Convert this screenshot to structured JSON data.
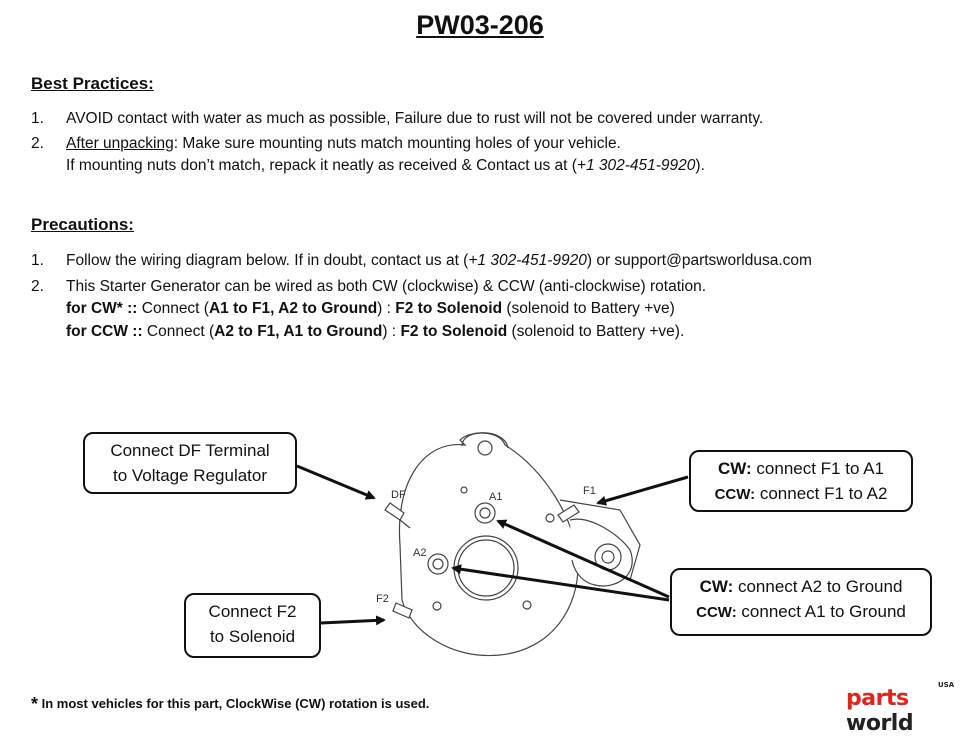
{
  "title": "PW03-206",
  "best_practices": {
    "heading": "Best Practices:",
    "items": [
      {
        "num": "1.",
        "text": "AVOID contact with water as much as possible, Failure due to rust will not be covered under warranty."
      },
      {
        "num": "2.",
        "lead": "After unpacking",
        "text": ": Make sure mounting nuts match mounting holes of your vehicle.",
        "cont_a": "If mounting nuts don’t match, repack it neatly as received & Contact us at (",
        "phone": "+1 302-451-9920",
        "cont_b": ")."
      }
    ]
  },
  "precautions": {
    "heading": "Precautions:",
    "item1": {
      "num": "1.",
      "text_a": "Follow the wiring diagram below. If in doubt, contact us at (",
      "phone": "+1 302-451-9920",
      "text_b": ") or support@partsworldusa.com"
    },
    "item2": {
      "num": "2.",
      "text": "This Starter Generator can be wired as both CW (clockwise) & CCW (anti-clockwise) rotation."
    },
    "cw": {
      "label": "for CW* ::",
      "a": " Connect (",
      "b1": "A1 to F1, A2 to Ground",
      "c": ") : ",
      "b2": "F2 to Solenoid",
      "d": " (solenoid to Battery +ve)"
    },
    "ccw": {
      "label": "for CCW ::",
      "a": "  Connect (",
      "b1": "A2 to F1, A1 to Ground",
      "c": ") : ",
      "b2": "F2 to Solenoid",
      "d": " (solenoid to Battery +ve)."
    }
  },
  "diagram": {
    "terminal_labels": {
      "df": "DF",
      "a1": "A1",
      "a2": "A2",
      "f1": "F1",
      "f2": "F2"
    },
    "callouts": {
      "df": {
        "line1": "Connect DF Terminal",
        "line2": "to Voltage Regulator"
      },
      "f2": {
        "line1": "Connect F2",
        "line2": "to Solenoid"
      },
      "f1": {
        "cw_label": "CW:",
        "cw_text": " connect F1 to A1",
        "ccw_label": "CCW:",
        "ccw_text": " connect F1 to A2"
      },
      "a": {
        "cw_label": "CW:",
        "cw_text": " connect A2 to Ground",
        "ccw_label": "CCW:",
        "ccw_text": " connect A1 to Ground"
      }
    }
  },
  "footnote": {
    "star": "*",
    "text": " In most vehicles for this part, ClockWise (CW) rotation is used."
  },
  "logo": {
    "parts": "parts",
    "world": " world",
    "usa": "USA"
  }
}
